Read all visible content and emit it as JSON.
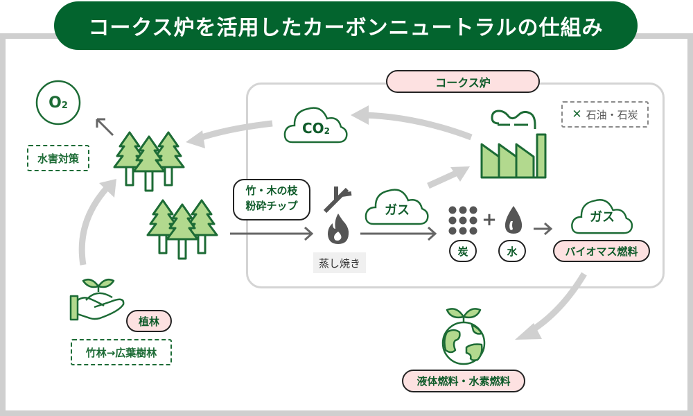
{
  "title": "コークス炉を活用したカーボンニュートラルの仕組み",
  "oven_label": "コークス炉",
  "excluded_fuels": {
    "icon": "cross-icon",
    "mark": "✕",
    "label": "石油・石炭"
  },
  "oxygen": {
    "formula": "O",
    "subscript": "2"
  },
  "flood_control": "水害対策",
  "co2_cloud": {
    "formula": "CO",
    "subscript": "2"
  },
  "chips": {
    "line1": "竹・木の枝",
    "line2": "粉砕チップ"
  },
  "steam_baking": "蒸し焼き",
  "gas_cloud_1": "ガス",
  "charcoal": "炭",
  "water": "水",
  "plus": "+",
  "gas_cloud_2": "ガス",
  "biomass_fuel": "バイオマス燃料",
  "liquid_hydrogen_fuel": "液体燃料・水素燃料",
  "planting": "植林",
  "forest_conversion": "竹林→広葉樹林",
  "colors": {
    "brand_green": "#03642e",
    "icon_green": "#1c6b35",
    "leaf_fill": "#b2d98e",
    "pink": "#fde1e1",
    "arrow_gray": "#d0d0d0",
    "dark_gray": "#555555"
  }
}
